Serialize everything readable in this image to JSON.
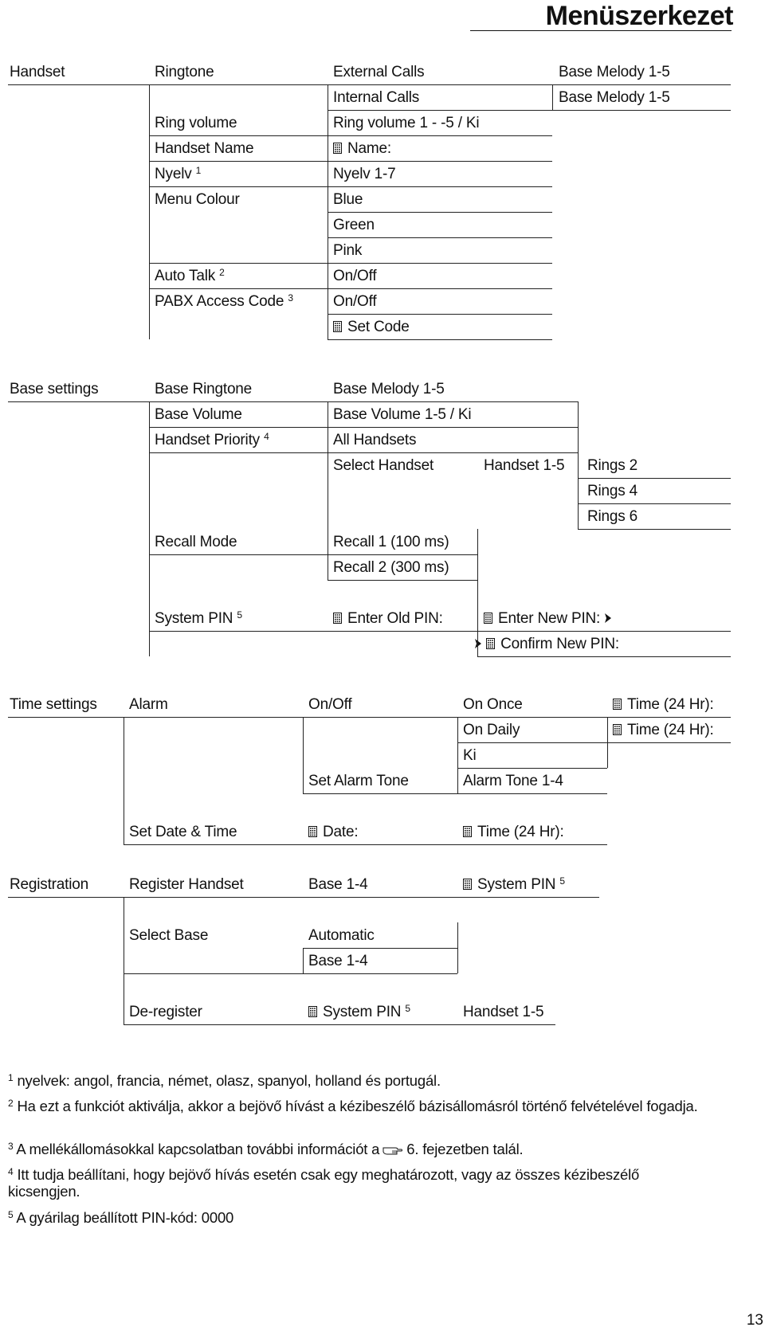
{
  "page_title": "Menüszerkezet",
  "page_number": "13",
  "handset": {
    "label": "Handset",
    "ringtone": "Ringtone",
    "external_calls": "External Calls",
    "external_melody": "Base Melody 1-5",
    "internal_calls": "Internal Calls",
    "internal_melody": "Base Melody 1-5",
    "ring_volume": "Ring volume",
    "ring_volume_value": "Ring volume 1 - -5 / Ki",
    "handset_name": "Handset Name",
    "name_prompt": "Name:",
    "nyelv": "Nyelv",
    "nyelv_sup": "1",
    "nyelv_value": "Nyelv 1-7",
    "menu_colour": "Menu Colour",
    "colour_blue": "Blue",
    "colour_green": "Green",
    "colour_pink": "Pink",
    "auto_talk": "Auto Talk",
    "auto_talk_sup": "2",
    "auto_talk_value": "On/Off",
    "pabx": "PABX Access Code",
    "pabx_sup": "3",
    "pabx_value": "On/Off",
    "set_code": "Set Code"
  },
  "base": {
    "label": "Base settings",
    "ringtone": "Base Ringtone",
    "ringtone_value": "Base Melody 1-5",
    "volume": "Base Volume",
    "volume_value": "Base Volume 1-5 / Ki",
    "priority": "Handset Priority",
    "priority_sup": "4",
    "all_handsets": "All Handsets",
    "select_handset": "Select Handset",
    "handset_range": "Handset 1-5",
    "rings_2": "Rings 2",
    "rings_4": "Rings 4",
    "rings_6": "Rings 6",
    "recall_mode": "Recall Mode",
    "recall_1": "Recall 1 (100 ms)",
    "recall_2": "Recall 2 (300 ms)",
    "system_pin": "System PIN",
    "system_pin_sup": "5",
    "enter_old_pin": "Enter Old PIN:",
    "enter_new_pin": "Enter New PIN:",
    "confirm_new_pin": "Confirm New PIN:"
  },
  "time": {
    "label": "Time settings",
    "alarm": "Alarm",
    "on_off": "On/Off",
    "on_once": "On Once",
    "time_once": "Time (24 Hr):",
    "on_daily": "On Daily",
    "time_daily": "Time (24 Hr):",
    "ki": "Ki",
    "set_alarm_tone": "Set Alarm Tone",
    "alarm_tone": "Alarm Tone 1-4",
    "set_date_time": "Set Date & Time",
    "date": "Date:",
    "time_24": "Time (24 Hr):"
  },
  "registration": {
    "label": "Registration",
    "register_handset": "Register Handset",
    "base_range": "Base 1-4",
    "system_pin": "System PIN",
    "system_pin_sup": "5",
    "select_base": "Select Base",
    "automatic": "Automatic",
    "base_range_2": "Base 1-4",
    "deregister": "De-register",
    "dereg_pin": "System PIN",
    "dereg_pin_sup": "5",
    "handset_range": "Handset 1-5"
  },
  "footnotes": {
    "n1": "1",
    "f1": "nyelvek: angol, francia, német, olasz, spanyol, holland és portugál.",
    "n2": "2",
    "f2": "Ha ezt a funkciót aktiválja, akkor a bejövő hívást a kézibeszélő bázisállomásról történő felvételével fogadja.",
    "n3": "3",
    "f3a": "A mellékállomásokkal kapcsolatban további információt a",
    "f3b": "6. fejezetben talál.",
    "n4": "4",
    "f4": "Itt tudja beállítani, hogy bejövő hívás esetén csak egy meghatározott, vagy az összes kézibeszélő kicsengjen.",
    "n5": "5",
    "f5": "A gyárilag beállított PIN-kód: 0000"
  }
}
